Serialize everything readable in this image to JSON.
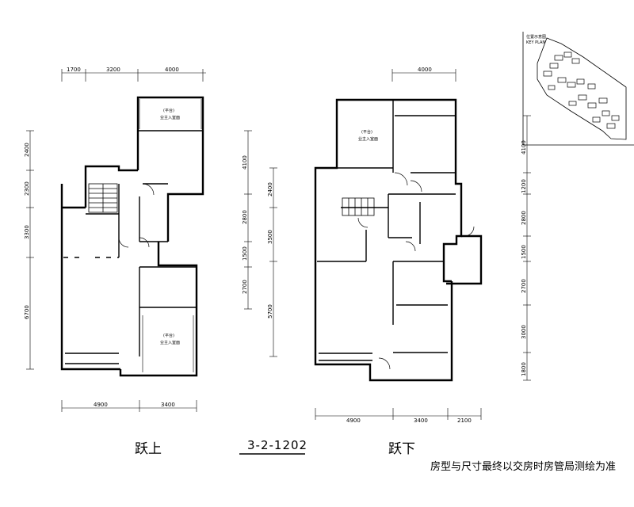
{
  "upper": {
    "caption": "跃上",
    "top_dims": [
      "1700",
      "3200",
      "4000"
    ],
    "left_dims": [
      "2400",
      "2300",
      "3300",
      "6700"
    ],
    "right_dims": [
      "4100",
      "2800",
      "1500",
      "2700"
    ],
    "bottom_dims": [
      "4900",
      "3400"
    ],
    "terrace_labels": [
      {
        "title": "(平台)",
        "sub": "业主入室面"
      },
      {
        "title": "(平台)",
        "sub": "业主入室面"
      }
    ]
  },
  "lower": {
    "caption": "跃下",
    "top_dims": [
      "4000"
    ],
    "left_dims": [
      "2400",
      "3500",
      "5700"
    ],
    "right_dims": [
      "4100",
      "1200",
      "2800",
      "1500",
      "2700",
      "3000",
      "1800"
    ],
    "bottom_dims": [
      "4900",
      "3400",
      "2100"
    ],
    "terrace_labels": [
      {
        "title": "(平台)",
        "sub": "业主入室面"
      }
    ]
  },
  "unit_code": "3-2-1202",
  "note": "房型与尺寸最终以交房时房管局测绘为准",
  "key_plan": {
    "title": "位置示意图",
    "subtitle": "KEY PLAN"
  }
}
